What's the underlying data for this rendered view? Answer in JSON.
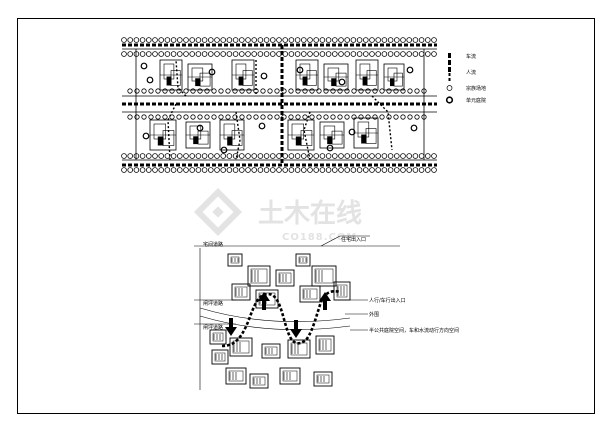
{
  "site_plan": {
    "legend": [
      {
        "symbol": "vehicle-flow",
        "label": "车流"
      },
      {
        "symbol": "pedestrian-flow",
        "label": "人流"
      },
      {
        "symbol": "hollow-circle",
        "label": "宗族场地"
      },
      {
        "symbol": "bold-circle",
        "label": "单元庭院"
      }
    ]
  },
  "section": {
    "labels": {
      "top_road": "宅间道路",
      "entrance_top": "住宅出入口",
      "left_upper": "闸坪道路",
      "left_lower": "闸坪道路",
      "right_entrance": "人行/车行出入口",
      "right_mid": "外围",
      "right_bottom": "半公共庭院空间，车和水流动行方向空间"
    }
  },
  "watermark": {
    "brand": "土木在线",
    "url": "CO188.COM"
  },
  "colors": {
    "ink": "#000000",
    "watermark": "#e3e3e3"
  }
}
